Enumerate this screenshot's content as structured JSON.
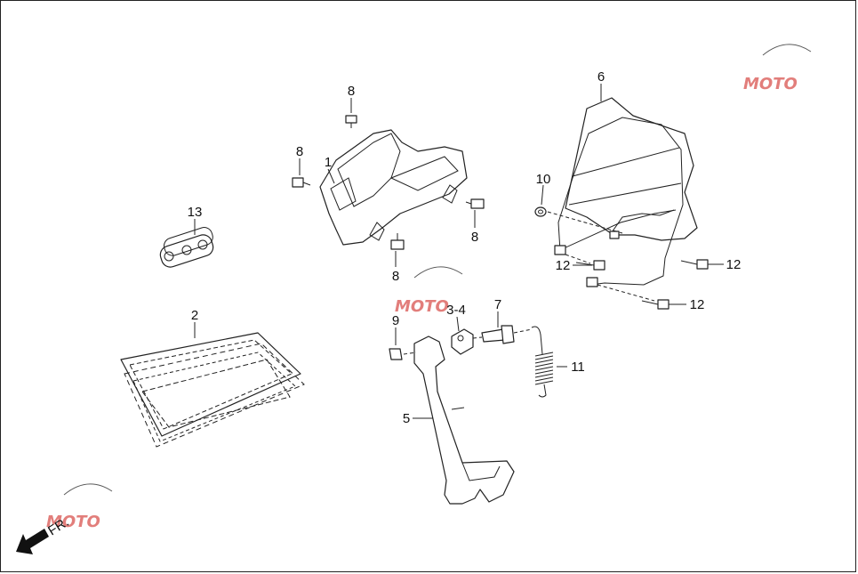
{
  "callouts": {
    "c1": "1",
    "c2": "2",
    "c3_4": "3-4",
    "c5": "5",
    "c6": "6",
    "c7": "7",
    "c8_top": "8",
    "c8_left": "8",
    "c8_right": "8",
    "c8_bottom": "8",
    "c9": "9",
    "c10": "10",
    "c11": "11",
    "c12_a": "12",
    "c12_b": "12",
    "c12_c": "12",
    "c13": "13"
  },
  "direction": {
    "label": "FR.",
    "icon": "arrow-down-left-icon"
  },
  "watermark": {
    "text": "MOTO",
    "color_primary": "#d9534f",
    "color_secondary": "#6a7fc1"
  },
  "colors": {
    "line": "#222222",
    "background": "#ffffff"
  }
}
